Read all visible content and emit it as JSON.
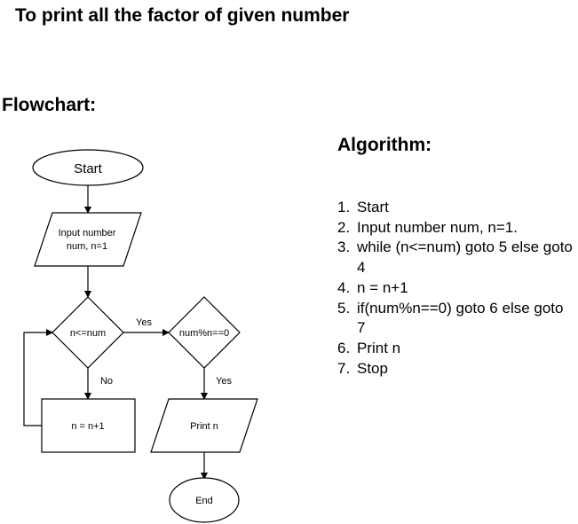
{
  "page": {
    "title": "To print all the factor of given number",
    "flowchart_heading": "Flowchart:",
    "algorithm_heading": "Algorithm:"
  },
  "flowchart": {
    "nodes": {
      "start": "Start",
      "input_line1": "Input number",
      "input_line2": "num, n=1",
      "cond_loop": "n<=num",
      "cond_factor": "num%n==0",
      "increment": "n = n+1",
      "print": "Print n",
      "end": "End"
    },
    "edges": {
      "loop_yes": "Yes",
      "loop_no": "No",
      "factor_yes": "Yes"
    }
  },
  "algorithm": {
    "steps": [
      {
        "num": "1.",
        "text": "Start"
      },
      {
        "num": "2.",
        "text": "Input number num, n=1."
      },
      {
        "num": "3.",
        "text": "while (n<=num) goto 5 else goto 4"
      },
      {
        "num": "4.",
        "text": "n = n+1"
      },
      {
        "num": "5.",
        "text": "if(num%n==0) goto 6 else goto 7"
      },
      {
        "num": "6.",
        "text": "Print n"
      },
      {
        "num": "7.",
        "text": "Stop"
      }
    ]
  }
}
